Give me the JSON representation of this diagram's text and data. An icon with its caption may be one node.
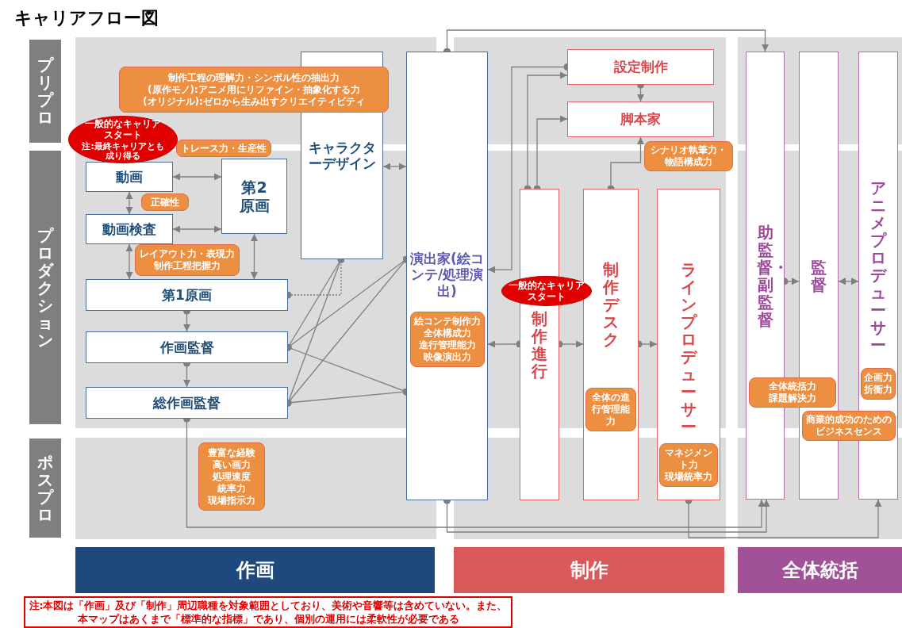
{
  "diagram": {
    "title": "キャリアフロー図",
    "nodes": [
      {
        "text": [
          "プリプロ"
        ]
      },
      {
        "text": [
          "キャラクターデザイン"
        ],
        "beside": [
          "制作工程の理解力・シンボル性の抽出力",
          "(原作モノ):アニメ用にリファイン・抽象化する力",
          "(オリジナル):ゼロから生み出すクリエイティビティ"
        ]
      },
      {
        "text": [
          "演出家(絵コンテ/処理演出)",
          "絵コンテ制作力",
          "全体構成力",
          "進行管理能力",
          "映像演出力"
        ]
      },
      {
        "text": [
          "設定制作"
        ]
      },
      {
        "text": [
          "脚本家"
        ],
        "beside": [
          "シナリオ執筆力・物語構成力"
        ]
      },
      {
        "text": [
          "助監督・副監督"
        ],
        "beside": [
          "全体統括力",
          "課題解決力"
        ]
      },
      {
        "text": [
          "監督"
        ],
        "beside": [
          "商業的成功のためのビジネスセンス"
        ]
      },
      {
        "text": [
          "アニメプロデューサー",
          "企画力",
          "折衝力"
        ]
      },
      {
        "text": [
          "プロダクション"
        ]
      },
      {
        "text": [
          "一般的なキャリアスタート",
          "注:最終キャリアとも成り得る"
        ]
      },
      {
        "text": [
          "動画"
        ]
      },
      {
        "text": [
          "第2原画"
        ],
        "beside": [
          "トレース力・生産性"
        ]
      },
      {
        "text": [
          "動画検査"
        ],
        "beside": [
          "正確性"
        ]
      },
      {
        "text": [
          "第1原画"
        ],
        "beside": [
          "レイアウト力・表現力",
          "制作工程把握力"
        ]
      },
      {
        "text": [
          "一般的なキャリアスタート"
        ]
      },
      {
        "text": [
          "制作進行"
        ]
      },
      {
        "text": [
          "制作デスク",
          "全体の進行管理能力"
        ]
      },
      {
        "text": [
          "ラインプロデューサー",
          "マネジメント力",
          "現場統率力"
        ]
      },
      {
        "text": [
          "作画監督"
        ]
      },
      {
        "text": [
          "総作画監督"
        ],
        "beside": [
          "豊富な経験",
          "高い画力",
          "処理速度",
          "統率力",
          "現場指示力"
        ]
      },
      {
        "text": [
          "ポスプロ"
        ]
      },
      {
        "text": [
          "作画"
        ]
      },
      {
        "text": [
          "制作"
        ]
      },
      {
        "text": [
          "全体統括"
        ]
      }
    ],
    "edges": [
      {
        "from": 10,
        "to": 11,
        "arrow": "both"
      },
      {
        "from": 10,
        "to": 12,
        "arrow": "both"
      },
      {
        "from": 12,
        "to": 11,
        "arrow": "both"
      },
      {
        "from": 12,
        "to": 13,
        "arrow": "both"
      },
      {
        "from": 11,
        "to": 13,
        "arrow": "both"
      },
      {
        "from": 1,
        "to": 2,
        "arrow": "both"
      },
      {
        "from": 13,
        "to": 1,
        "arrow": "other",
        "style": "dashed"
      },
      {
        "from": 13,
        "to": 18,
        "arrow": "to"
      },
      {
        "from": 18,
        "to": 19,
        "arrow": "to"
      },
      {
        "from": 18,
        "to": 1,
        "arrow": "other"
      },
      {
        "from": 19,
        "to": 1,
        "arrow": "other"
      },
      {
        "from": 18,
        "to": 2,
        "arrow": "other"
      },
      {
        "from": 19,
        "to": 2,
        "arrow": "other"
      },
      {
        "from": 18,
        "to": 2,
        "arrow": "other"
      },
      {
        "from": 19,
        "to": 2,
        "arrow": "other"
      },
      {
        "from": 19,
        "to": 5,
        "arrow": "to"
      },
      {
        "from": 2,
        "to": 5,
        "arrow": "to"
      },
      {
        "from": 2,
        "to": 5,
        "arrow": "to"
      },
      {
        "from": 17,
        "to": 7,
        "arrow": "to"
      },
      {
        "from": 3,
        "to": 2,
        "arrow": "to"
      },
      {
        "from": 15,
        "to": 3,
        "arrow": "to"
      },
      {
        "from": 15,
        "to": 4,
        "arrow": "to"
      },
      {
        "from": 3,
        "to": 4,
        "arrow": "to"
      },
      {
        "from": 16,
        "to": 4,
        "arrow": "to"
      },
      {
        "from": 15,
        "to": 2,
        "arrow": "to"
      },
      {
        "from": 15,
        "to": 16,
        "arrow": "to"
      },
      {
        "from": 16,
        "to": 17,
        "arrow": "to"
      },
      {
        "from": 5,
        "to": 6,
        "arrow": "to"
      },
      {
        "from": 6,
        "to": 7,
        "arrow": "both"
      }
    ],
    "labels": [
      "注:本図は「作画」及び「制作」周辺職種を対象範囲としており、美術や音響等は含めていない。また、本マップはあくまで「標準的な指標」であり、個別の運用には柔軟性が必要である"
    ]
  }
}
